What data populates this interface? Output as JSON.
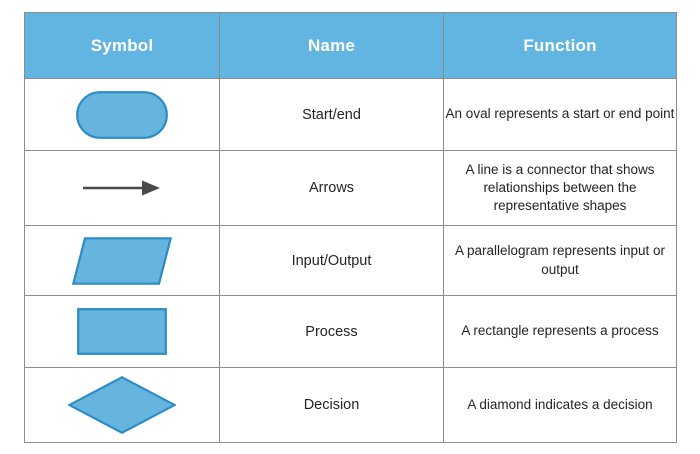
{
  "table": {
    "headers": {
      "symbol": "Symbol",
      "name": "Name",
      "function": "Function"
    },
    "colors": {
      "header_background": "#62b5e0",
      "shape_fill": "#65b5df",
      "shape_stroke": "#2e8bc4",
      "arrow": "#4a4a4a",
      "border": "#8d8d8d",
      "header_text": "#ffffff",
      "body_text": "#242424"
    },
    "rows": [
      {
        "symbol_shape": "rounded-rectangle-stadium",
        "name": "Start/end",
        "function": "An oval represents a start or end point"
      },
      {
        "symbol_shape": "right-arrow",
        "name": "Arrows",
        "function": "A line is a connector that shows relationships between the representative shapes"
      },
      {
        "symbol_shape": "parallelogram",
        "name": "Input/Output",
        "function": "A parallelogram represents input or output"
      },
      {
        "symbol_shape": "rectangle",
        "name": "Process",
        "function": "A rectangle represents a process"
      },
      {
        "symbol_shape": "diamond",
        "name": "Decision",
        "function": "A diamond indicates a decision"
      }
    ]
  }
}
